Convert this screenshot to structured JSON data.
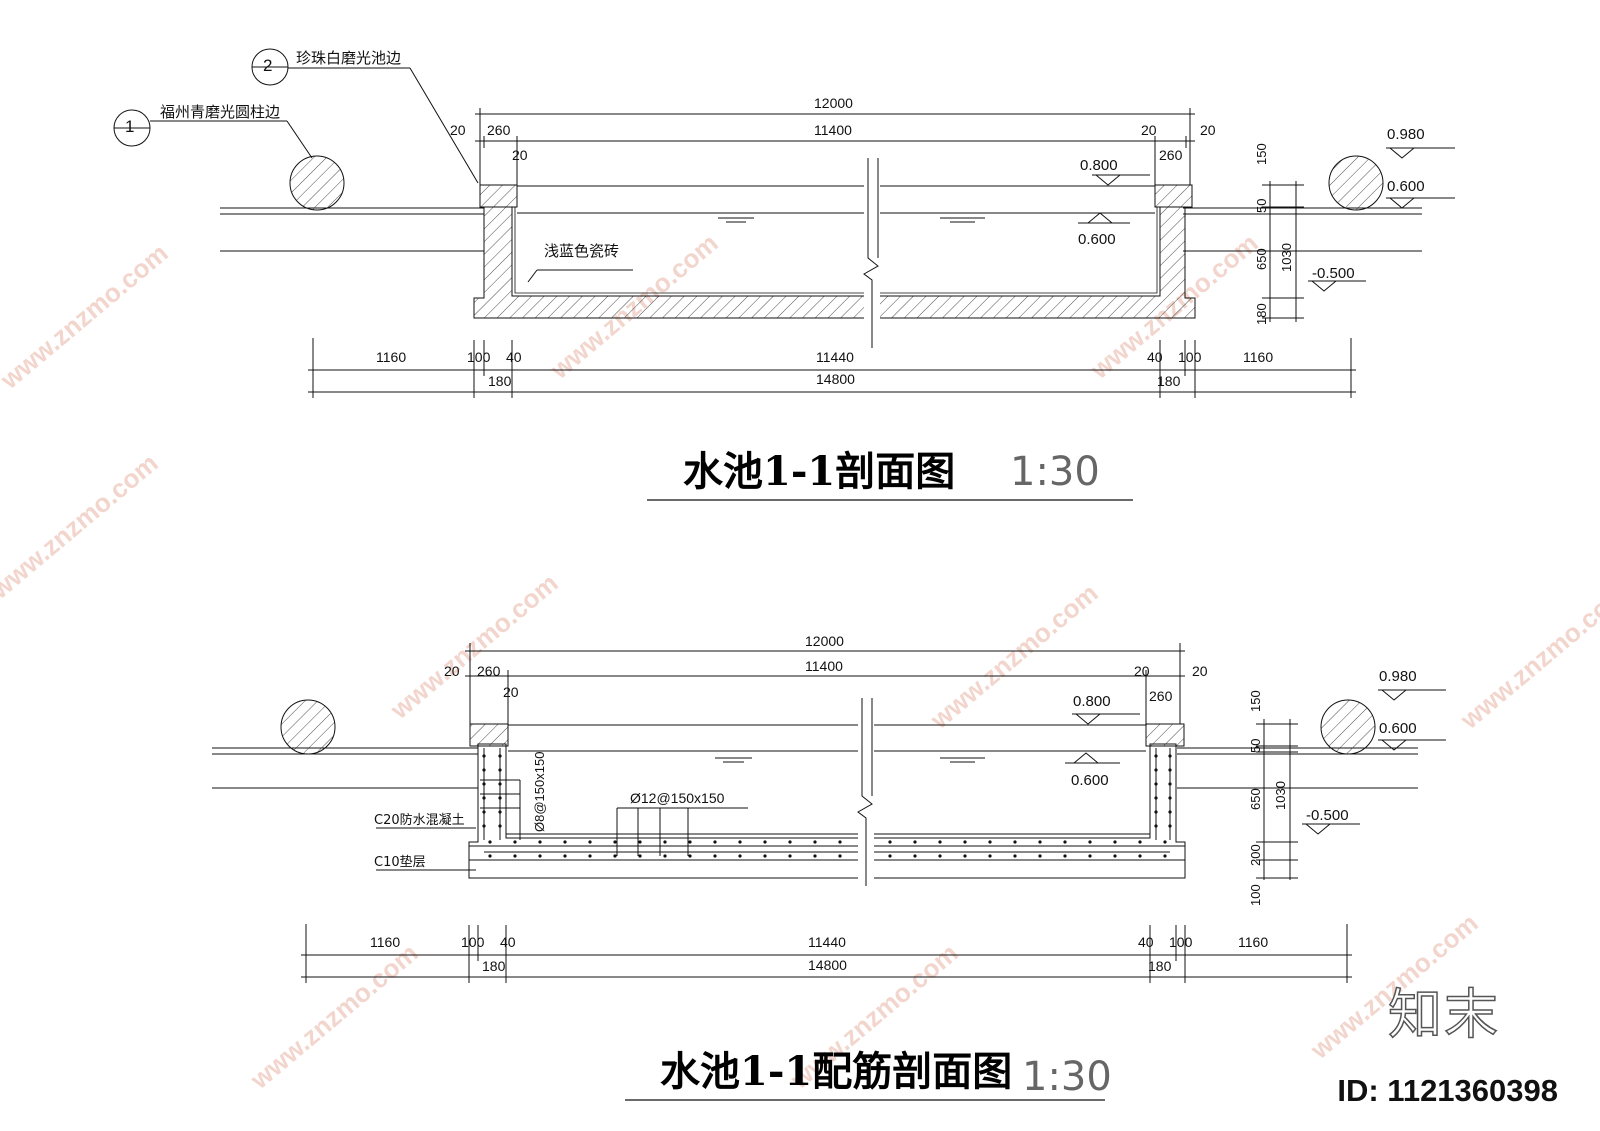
{
  "colors": {
    "line": "#111111",
    "watermark": "#e8b4a4",
    "background": "#ffffff"
  },
  "section1": {
    "title": "水池1-1剖面图",
    "scale": "1:30",
    "callouts": [
      {
        "num": "1",
        "text": "福州青磨光圆柱边"
      },
      {
        "num": "2",
        "text": "珍珠白磨光池边"
      }
    ],
    "finish_label": "浅蓝色瓷砖",
    "dims_top": {
      "overall": "12000",
      "inner": "11400",
      "a": "20",
      "b": "260",
      "c": "20",
      "d": "20",
      "e": "260",
      "f": "20"
    },
    "dims_bottom": {
      "left": "1160",
      "w1": "100",
      "w2": "40",
      "middle": "11440",
      "w3": "40",
      "w4": "100",
      "right": "1160",
      "overall": "14800",
      "s1": "180",
      "s2": "180"
    },
    "dims_right": {
      "d1": "150",
      "d2": "50",
      "d3": "650",
      "d4": "180",
      "total": "1030"
    },
    "levels": {
      "coping": "0.800",
      "water": "0.600",
      "right_top": "0.980",
      "right_mid": "0.600",
      "bottom": "-0.500"
    }
  },
  "section2": {
    "title": "水池1-1配筋剖面图",
    "scale": "1:30",
    "rebar_wall": "Ø8@150x150",
    "rebar_slab": "Ø12@150x150",
    "label_concrete": "C20防水混凝土",
    "label_base": "C10垫层",
    "dims_top": {
      "overall": "12000",
      "inner": "11400",
      "a": "20",
      "b": "260",
      "c": "20",
      "d": "20",
      "e": "260",
      "f": "20"
    },
    "dims_bottom": {
      "left": "1160",
      "w1": "100",
      "w2": "40",
      "middle": "11440",
      "w3": "40",
      "w4": "100",
      "right": "1160",
      "overall": "14800",
      "s1": "180",
      "s2": "180"
    },
    "dims_right": {
      "d1": "150",
      "d2": "50",
      "d3": "650",
      "d4": "200",
      "d5": "100",
      "total": "1030"
    },
    "levels": {
      "coping": "0.800",
      "water": "0.600",
      "right_top": "0.980",
      "right_mid": "0.600",
      "bottom": "-0.500"
    }
  },
  "watermark": {
    "text": "www.znzmo.com",
    "brand": "知末"
  },
  "brand": {
    "logo": "知末",
    "id": "ID: 1121360398"
  }
}
